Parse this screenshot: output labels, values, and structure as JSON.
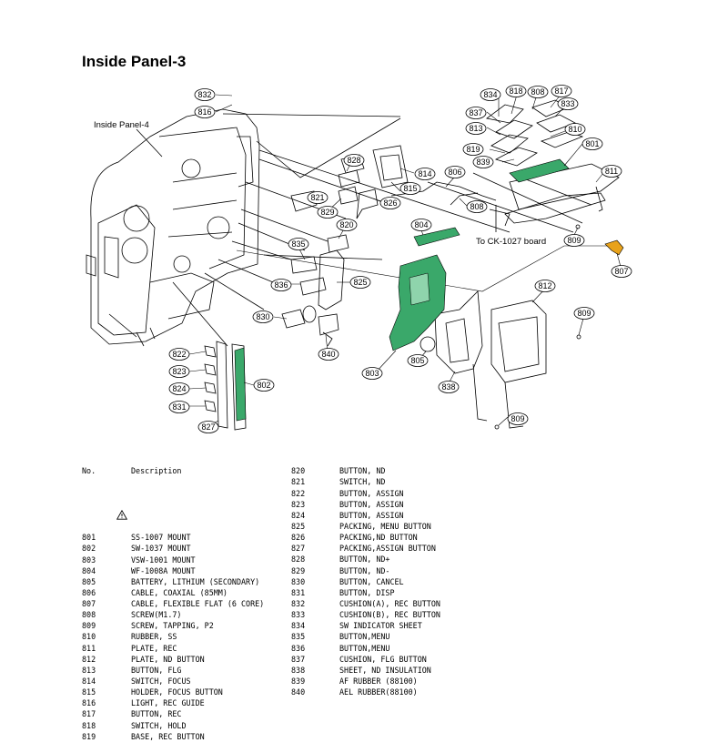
{
  "title": "Inside Panel-3",
  "labels": {
    "inside_panel_4": "Inside Panel-4",
    "to_board": "To CK-1027 board"
  },
  "callouts": [
    {
      "id": "832",
      "text": "832"
    },
    {
      "id": "816",
      "text": "816"
    },
    {
      "id": "834",
      "text": "834"
    },
    {
      "id": "818",
      "text": "818"
    },
    {
      "id": "808a",
      "text": "808"
    },
    {
      "id": "817",
      "text": "817"
    },
    {
      "id": "833",
      "text": "833"
    },
    {
      "id": "837",
      "text": "837"
    },
    {
      "id": "813",
      "text": "813"
    },
    {
      "id": "810",
      "text": "810"
    },
    {
      "id": "819",
      "text": "819"
    },
    {
      "id": "839",
      "text": "839"
    },
    {
      "id": "801",
      "text": "801"
    },
    {
      "id": "828",
      "text": "828"
    },
    {
      "id": "814",
      "text": "814"
    },
    {
      "id": "806",
      "text": "806"
    },
    {
      "id": "811",
      "text": "811"
    },
    {
      "id": "815",
      "text": "815"
    },
    {
      "id": "821",
      "text": "821"
    },
    {
      "id": "826",
      "text": "826"
    },
    {
      "id": "829",
      "text": "829"
    },
    {
      "id": "808b",
      "text": "808"
    },
    {
      "id": "820",
      "text": "820"
    },
    {
      "id": "804",
      "text": "804"
    },
    {
      "id": "809a",
      "text": "809"
    },
    {
      "id": "835",
      "text": "835"
    },
    {
      "id": "807",
      "text": "807"
    },
    {
      "id": "836",
      "text": "836"
    },
    {
      "id": "825",
      "text": "825"
    },
    {
      "id": "812",
      "text": "812"
    },
    {
      "id": "809b",
      "text": "809"
    },
    {
      "id": "830",
      "text": "830"
    },
    {
      "id": "840",
      "text": "840"
    },
    {
      "id": "822",
      "text": "822"
    },
    {
      "id": "805",
      "text": "805"
    },
    {
      "id": "823",
      "text": "823"
    },
    {
      "id": "802",
      "text": "802"
    },
    {
      "id": "803",
      "text": "803"
    },
    {
      "id": "838",
      "text": "838"
    },
    {
      "id": "824",
      "text": "824"
    },
    {
      "id": "831",
      "text": "831"
    },
    {
      "id": "809c",
      "text": "809"
    },
    {
      "id": "827",
      "text": "827"
    }
  ],
  "parts_header": {
    "no": "No.",
    "description": "Description"
  },
  "parts_left": [
    {
      "no": "801",
      "desc": "SS-1007 MOUNT"
    },
    {
      "no": "802",
      "desc": "SW-1037 MOUNT"
    },
    {
      "no": "803",
      "desc": "VSW-1001 MOUNT"
    },
    {
      "no": "804",
      "desc": "WF-1008A MOUNT"
    },
    {
      "no": "805",
      "desc": "BATTERY, LITHIUM (SECONDARY)"
    },
    {
      "no": "806",
      "desc": "CABLE, COAXIAL (85MM)"
    },
    {
      "no": "807",
      "desc": "CABLE, FLEXIBLE FLAT (6 CORE)"
    },
    {
      "no": "808",
      "desc": "SCREW(M1.7)"
    },
    {
      "no": "809",
      "desc": "SCREW, TAPPING, P2"
    },
    {
      "no": "810",
      "desc": "RUBBER, SS"
    },
    {
      "no": "811",
      "desc": "PLATE, REC"
    },
    {
      "no": "812",
      "desc": "PLATE, ND BUTTON"
    },
    {
      "no": "813",
      "desc": "BUTTON, FLG"
    },
    {
      "no": "814",
      "desc": "SWITCH, FOCUS"
    },
    {
      "no": "815",
      "desc": "HOLDER, FOCUS BUTTON"
    },
    {
      "no": "816",
      "desc": "LIGHT, REC GUIDE"
    },
    {
      "no": "817",
      "desc": "BUTTON, REC"
    },
    {
      "no": "818",
      "desc": "SWITCH, HOLD"
    },
    {
      "no": "819",
      "desc": "BASE, REC BUTTON"
    }
  ],
  "parts_right": [
    {
      "no": "820",
      "desc": "BUTTON, ND"
    },
    {
      "no": "821",
      "desc": "SWITCH, ND"
    },
    {
      "no": "822",
      "desc": "BUTTON, ASSIGN"
    },
    {
      "no": "823",
      "desc": "BUTTON, ASSIGN"
    },
    {
      "no": "824",
      "desc": "BUTTON, ASSIGN"
    },
    {
      "no": "825",
      "desc": "PACKING, MENU BUTTON"
    },
    {
      "no": "826",
      "desc": "PACKING,ND BUTTON"
    },
    {
      "no": "827",
      "desc": "PACKING,ASSIGN BUTTON"
    },
    {
      "no": "828",
      "desc": "BUTTON, ND+"
    },
    {
      "no": "829",
      "desc": "BUTTON, ND-"
    },
    {
      "no": "830",
      "desc": "BUTTON, CANCEL"
    },
    {
      "no": "831",
      "desc": "BUTTON, DISP"
    },
    {
      "no": "832",
      "desc": "CUSHION(A), REC BUTTON"
    },
    {
      "no": "833",
      "desc": "CUSHION(B), REC BUTTON"
    },
    {
      "no": "834",
      "desc": "SW INDICATOR SHEET"
    },
    {
      "no": "835",
      "desc": "BUTTON,MENU"
    },
    {
      "no": "836",
      "desc": "BUTTON,MENU"
    },
    {
      "no": "837",
      "desc": "CUSHION, FLG BUTTON"
    },
    {
      "no": "838",
      "desc": "SHEET, ND INSULATION"
    },
    {
      "no": "839",
      "desc": "AF RUBBER (88100)"
    },
    {
      "no": "840",
      "desc": "AEL RUBBER(88100)"
    }
  ],
  "colors": {
    "board_green": "#3aa86a",
    "flex_orange": "#e8a21a",
    "line": "#000000"
  },
  "icons": {
    "warning": "warning-triangle-icon"
  }
}
